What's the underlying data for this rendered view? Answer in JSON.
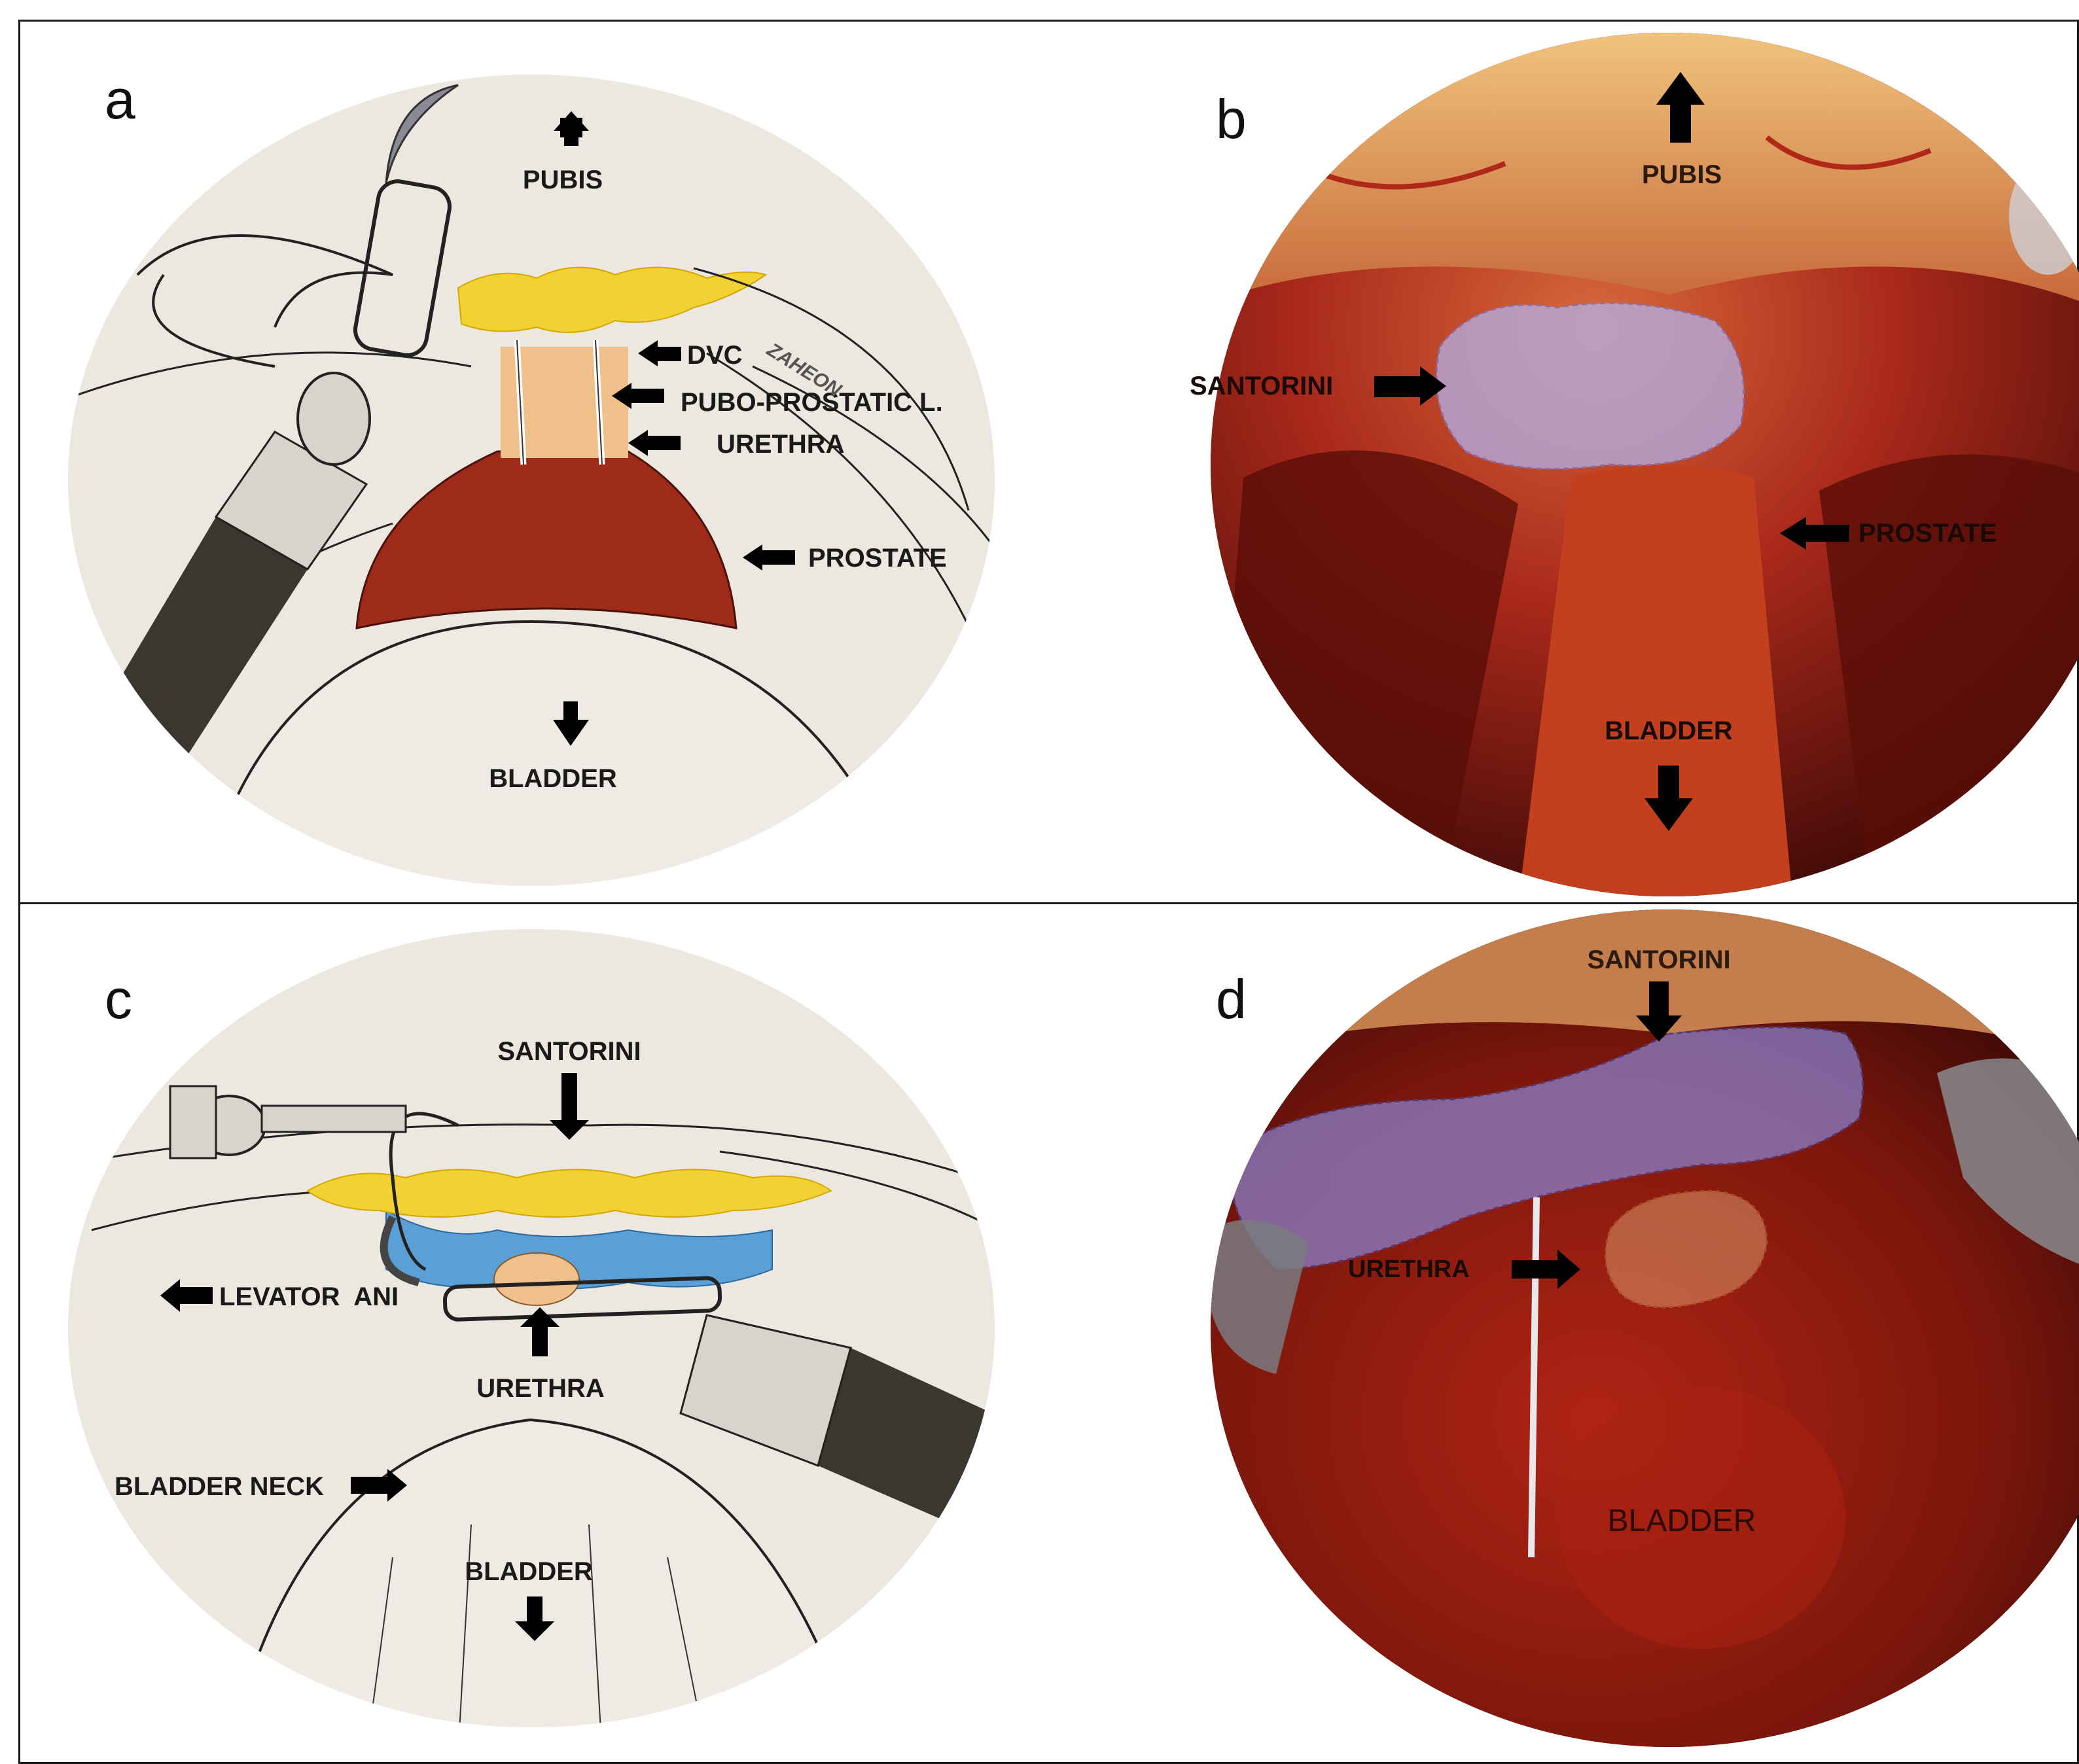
{
  "figure": {
    "panels": {
      "a": {
        "letter": "a",
        "labels": {
          "pubis": "PUBIS",
          "dvc": "DVC",
          "pubo_prostatic": "PUBO-PROSTATIC L.",
          "urethra": "URETHRA",
          "prostate": "PROSTATE",
          "bladder": "BLADDER"
        },
        "signature": "ZAHEON"
      },
      "b": {
        "letter": "b",
        "labels": {
          "pubis": "PUBIS",
          "santorini": "SANTORINI",
          "prostate": "PROSTATE",
          "bladder": "BLADDER"
        }
      },
      "c": {
        "letter": "c",
        "labels": {
          "santorini": "SANTORINI",
          "levator_ani": "LEVATOR  ANI",
          "urethra": "URETHRA",
          "bladder_neck": "BLADDER NECK",
          "bladder": "BLADDER"
        }
      },
      "d": {
        "letter": "d",
        "labels": {
          "santorini": "SANTORINI",
          "urethra": "URETHRA",
          "bladder": "BLADDER"
        }
      }
    },
    "colors": {
      "fat_yellow": "#f2d233",
      "prostate_red": "#9e2a1a",
      "urethra_peach": "#f0c08a",
      "santorini_blue": "#5a9fd6",
      "drawing_bg": "#ece7df",
      "tissue_red": "#8a1a10",
      "overlay_lavender": "#8a86d8",
      "overlay_orange": "#e0a070"
    }
  }
}
